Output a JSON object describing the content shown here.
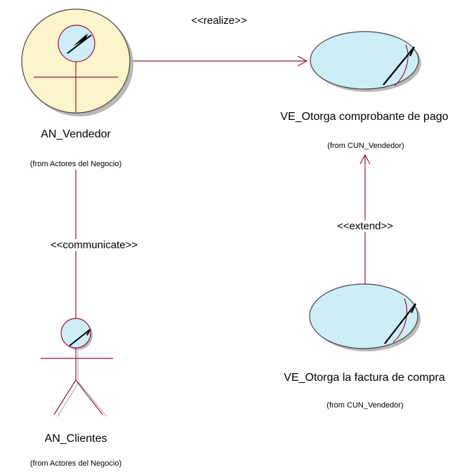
{
  "colors": {
    "line": "#a0103a",
    "business_actor_fill": "#fdf4cc",
    "usecase_fill": "#cdeef6",
    "outline": "#444444"
  },
  "elements": {
    "vendedor": {
      "name": "AN_Vendedor",
      "from": "(from Actores del Negocio)",
      "kind": "business-actor"
    },
    "clientes": {
      "name": "AN_Clientes",
      "from": "(from Actores del Negocio)",
      "kind": "actor"
    },
    "comprobante": {
      "name": "VE_Otorga comprobante de pago",
      "from": "(from CUN_Vendedor)",
      "kind": "business-use-case"
    },
    "factura": {
      "name": "VE_Otorga la factura de compra",
      "from": "(from CUN_Vendedor)",
      "kind": "business-use-case"
    }
  },
  "relations": {
    "realize": {
      "stereotype": "<<realize>>",
      "source": "AN_Vendedor",
      "target": "VE_Otorga comprobante de pago"
    },
    "communicate": {
      "stereotype": "<<communicate>>",
      "source": "AN_Vendedor",
      "target": "AN_Clientes"
    },
    "extend": {
      "stereotype": "<<extend>>",
      "source": "VE_Otorga la factura de compra",
      "target": "VE_Otorga comprobante de pago"
    }
  }
}
